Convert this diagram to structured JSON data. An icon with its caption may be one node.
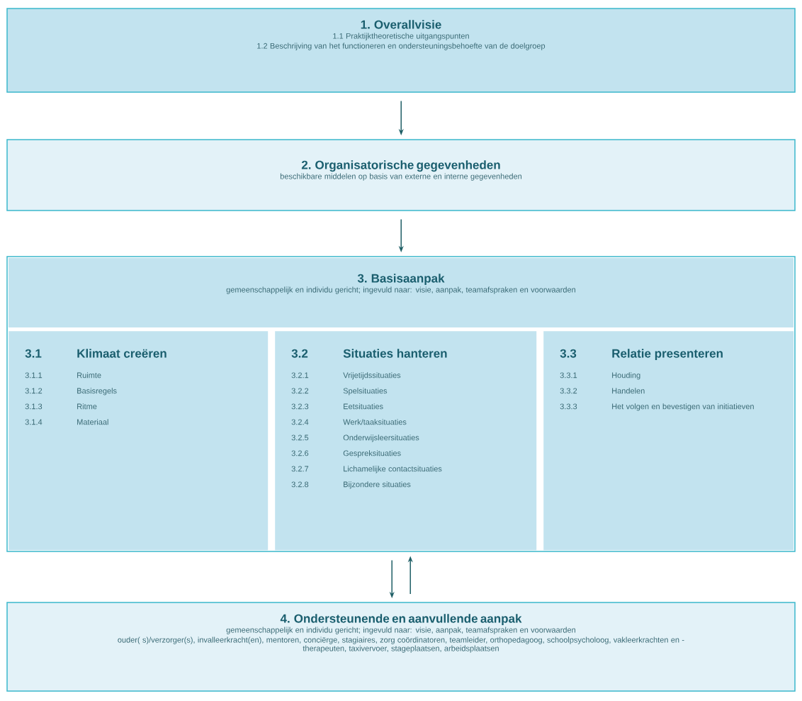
{
  "diagram": {
    "nodes": [
      {
        "text": [
          "1. Overallvisie",
          "1.1 Praktijktheoretische uitgangspunten",
          "1.2 Beschrijving van het functioneren en ondersteuningsbehoefte van de doelgroep"
        ]
      },
      {
        "text": [
          "2. Organisatorische gegevenheden",
          "beschikbare middelen op basis van externe en interne gegevenheden"
        ]
      },
      {
        "text": [
          "3. Basisaanpak",
          "gemeenschappelijk en individu gericht; ingevuld naar: visie, aanpak, teamafspraken en voorwaarden"
        ]
      },
      {
        "text": [
          "3.1",
          "Klimaat creëren",
          "3.1.1",
          "Ruimte",
          "3.1.2",
          "Basisregels",
          "3.1.3",
          "Ritme",
          "3.1.4",
          "Materiaal"
        ],
        "in": 2
      },
      {
        "text": [
          "3.2",
          "Situaties hanteren",
          "3.2.1",
          "Vrijetijdssituaties",
          "3.2.2",
          "Spelsituaties",
          "3.2.3",
          "Eetsituaties",
          "3.2.4",
          "Werk/taaksituaties",
          "3.2.5",
          "Onderwijsleersituaties",
          "3.2.6",
          "Gespreksituaties",
          "3.2.7",
          "Lichamelijke contactsituaties",
          "3.2.8",
          "Bijzondere situaties"
        ],
        "in": 2
      },
      {
        "text": [
          "3.3",
          "Relatie presenteren",
          "3.3.1",
          "Houding",
          "3.3.2",
          "Handelen",
          "3.3.3",
          "Het volgen en bevestigen van initiatieven"
        ],
        "in": 2
      },
      {
        "text": [
          "4. Ondersteunende en aanvullende aanpak",
          "gemeenschappelijk en individu gericht; ingevuld naar: visie, aanpak, teamafspraken en voorwaarden",
          "ouder( s)/verzorger(s), invalleerkracht(en), mentoren, conciërge, stagiaires, zorg coördinatoren, teamleider, orthopedagoog, schoolpsycholoog, vakleerkrachten en -therapeuten, taxivervoer, stageplaatsen, arbeidsplaatsen"
        ]
      }
    ],
    "edges": [
      {
        "from": 0,
        "to": 1,
        "arrow": "to"
      },
      {
        "from": 1,
        "to": 2,
        "arrow": "to"
      },
      {
        "from": 2,
        "to": 6,
        "arrow": "to"
      },
      {
        "from": 6,
        "to": 2,
        "arrow": "to"
      }
    ]
  }
}
